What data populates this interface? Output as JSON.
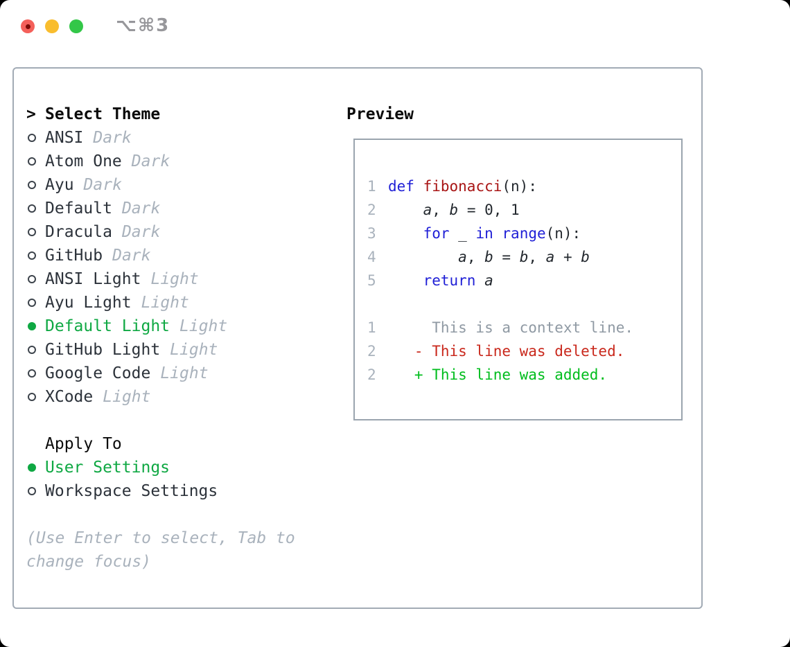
{
  "window": {
    "title": "⌥⌘3",
    "traffic_lights": [
      "close",
      "minimize",
      "zoom"
    ]
  },
  "theme_panel": {
    "header_marker": ">",
    "header_label": "Select Theme",
    "themes": [
      {
        "name": "ANSI",
        "variant": "Dark",
        "selected": false
      },
      {
        "name": "Atom One",
        "variant": "Dark",
        "selected": false
      },
      {
        "name": "Ayu",
        "variant": "Dark",
        "selected": false
      },
      {
        "name": "Default",
        "variant": "Dark",
        "selected": false
      },
      {
        "name": "Dracula",
        "variant": "Dark",
        "selected": false
      },
      {
        "name": "GitHub",
        "variant": "Dark",
        "selected": false
      },
      {
        "name": "ANSI Light",
        "variant": "Light",
        "selected": false
      },
      {
        "name": "Ayu Light",
        "variant": "Light",
        "selected": false
      },
      {
        "name": "Default Light",
        "variant": "Light",
        "selected": true
      },
      {
        "name": "GitHub Light",
        "variant": "Light",
        "selected": false
      },
      {
        "name": "Google Code",
        "variant": "Light",
        "selected": false
      },
      {
        "name": "XCode",
        "variant": "Light",
        "selected": false
      }
    ],
    "apply_to": {
      "header": "Apply To",
      "options": [
        {
          "label": "User Settings",
          "selected": true
        },
        {
          "label": "Workspace Settings",
          "selected": false
        }
      ]
    },
    "hint": "(Use Enter to select, Tab to change focus)"
  },
  "preview": {
    "header": "Preview",
    "code_lines": [
      {
        "num": "1",
        "segments": [
          {
            "style": "keyword",
            "text": "def"
          },
          {
            "style": "plain",
            "text": " "
          },
          {
            "style": "function",
            "text": "fibonacci"
          },
          {
            "style": "plain",
            "text": "(n):"
          }
        ]
      },
      {
        "num": "2",
        "segments": [
          {
            "style": "plain",
            "text": "    "
          },
          {
            "style": "variable",
            "text": "a"
          },
          {
            "style": "plain",
            "text": ", "
          },
          {
            "style": "variable",
            "text": "b"
          },
          {
            "style": "plain",
            "text": " = 0, 1"
          }
        ]
      },
      {
        "num": "3",
        "segments": [
          {
            "style": "plain",
            "text": "    "
          },
          {
            "style": "keyword",
            "text": "for"
          },
          {
            "style": "plain",
            "text": " _ "
          },
          {
            "style": "keyword",
            "text": "in"
          },
          {
            "style": "plain",
            "text": " "
          },
          {
            "style": "keyword",
            "text": "range"
          },
          {
            "style": "plain",
            "text": "(n):"
          }
        ]
      },
      {
        "num": "4",
        "segments": [
          {
            "style": "plain",
            "text": "        "
          },
          {
            "style": "variable",
            "text": "a"
          },
          {
            "style": "plain",
            "text": ", "
          },
          {
            "style": "variable",
            "text": "b"
          },
          {
            "style": "plain",
            "text": " = "
          },
          {
            "style": "variable",
            "text": "b"
          },
          {
            "style": "plain",
            "text": ", "
          },
          {
            "style": "variable",
            "text": "a"
          },
          {
            "style": "plain",
            "text": " + "
          },
          {
            "style": "variable",
            "text": "b"
          }
        ]
      },
      {
        "num": "5",
        "segments": [
          {
            "style": "plain",
            "text": "    "
          },
          {
            "style": "keyword",
            "text": "return"
          },
          {
            "style": "plain",
            "text": " "
          },
          {
            "style": "variable",
            "text": "a"
          }
        ]
      }
    ],
    "diff_lines": [
      {
        "num": "1",
        "segments": [
          {
            "style": "context",
            "text": "     This is a context line."
          }
        ]
      },
      {
        "num": "2",
        "segments": [
          {
            "style": "deleted",
            "text": "   - This line was deleted."
          }
        ]
      },
      {
        "num": "2",
        "segments": [
          {
            "style": "added",
            "text": "   + This line was added."
          }
        ]
      }
    ]
  },
  "colors": {
    "selection_green": "#0fa843",
    "added_green": "#00bd1d",
    "deleted_red": "#c9281c",
    "keyword_blue": "#1f1fd6",
    "function_dark_red": "#a81414",
    "muted_gray": "#a9b2bc",
    "context_gray": "#8f99a3",
    "text_dark": "#2c323a",
    "panel_border": "#a2abb5",
    "traffic_red": "#f4605a",
    "traffic_yellow": "#f9bd2e",
    "traffic_green": "#33c748"
  }
}
